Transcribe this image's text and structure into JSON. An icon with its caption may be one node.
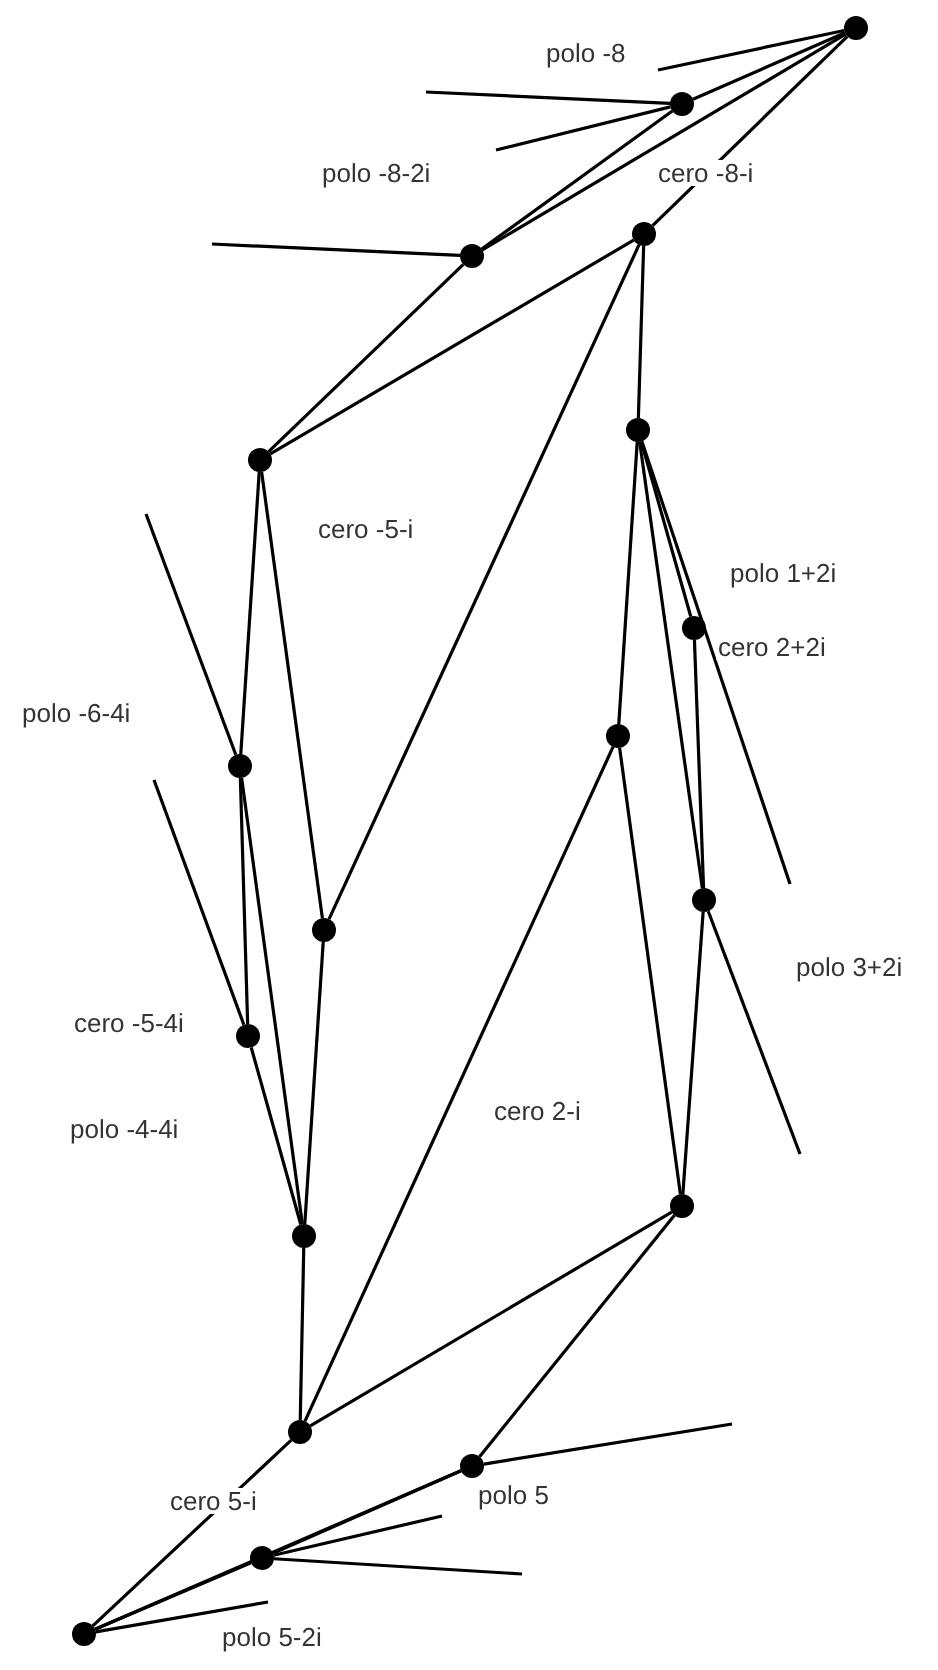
{
  "diagram": {
    "nodes": [
      {
        "text": [],
        "shape": "circle"
      },
      {
        "text": [],
        "shape": "circle"
      },
      {
        "text": [],
        "shape": "circle"
      },
      {
        "text": [],
        "shape": "circle"
      },
      {
        "text": [],
        "shape": "circle"
      },
      {
        "text": [],
        "shape": "circle"
      },
      {
        "text": [],
        "shape": "circle"
      },
      {
        "text": [],
        "shape": "circle"
      },
      {
        "text": [],
        "shape": "circle"
      },
      {
        "text": [],
        "shape": "circle"
      },
      {
        "text": [],
        "shape": "circle"
      },
      {
        "text": [],
        "shape": "circle"
      },
      {
        "text": [],
        "shape": "circle"
      },
      {
        "text": [],
        "shape": "circle"
      },
      {
        "text": [],
        "shape": "circle"
      },
      {
        "text": [],
        "shape": "circle"
      },
      {
        "text": [],
        "shape": "circle"
      },
      {
        "text": [],
        "shape": "circle"
      }
    ],
    "edges": [
      {
        "from": 0,
        "to": 1,
        "arrow": "none"
      },
      {
        "from": 0,
        "to": 2,
        "arrow": "none"
      },
      {
        "from": 1,
        "to": 2,
        "arrow": "none"
      },
      {
        "from": 0,
        "to": 3,
        "arrow": "none"
      },
      {
        "from": 2,
        "to": 4,
        "arrow": "none"
      },
      {
        "from": 3,
        "to": 4,
        "arrow": "none"
      },
      {
        "from": 3,
        "to": 5,
        "arrow": "none"
      },
      {
        "from": 3,
        "to": 9,
        "arrow": "none"
      },
      {
        "from": 4,
        "to": 7,
        "arrow": "none"
      },
      {
        "from": 4,
        "to": 9,
        "arrow": "none"
      },
      {
        "from": 7,
        "to": 11,
        "arrow": "none"
      },
      {
        "from": 7,
        "to": 12,
        "arrow": "none"
      },
      {
        "from": 11,
        "to": 12,
        "arrow": "none"
      },
      {
        "from": 9,
        "to": 12,
        "arrow": "none"
      },
      {
        "from": 5,
        "to": 6,
        "arrow": "none"
      },
      {
        "from": 5,
        "to": 8,
        "arrow": "none"
      },
      {
        "from": 5,
        "to": 10,
        "arrow": "none"
      },
      {
        "from": 6,
        "to": 10,
        "arrow": "none"
      },
      {
        "from": 8,
        "to": 13,
        "arrow": "none"
      },
      {
        "from": 8,
        "to": 14,
        "arrow": "none"
      },
      {
        "from": 10,
        "to": 13,
        "arrow": "none"
      },
      {
        "from": 12,
        "to": 14,
        "arrow": "none"
      },
      {
        "from": 13,
        "to": 14,
        "arrow": "none"
      },
      {
        "from": 13,
        "to": 15,
        "arrow": "none"
      },
      {
        "from": 14,
        "to": 17,
        "arrow": "none"
      },
      {
        "from": 15,
        "to": 17,
        "arrow": "none"
      },
      {
        "from": 15,
        "to": 16,
        "arrow": "none"
      },
      {
        "from": 16,
        "to": 17,
        "arrow": "none"
      },
      {
        "from": 0,
        "to": null,
        "arrow": "none"
      },
      {
        "from": 1,
        "to": null,
        "arrow": "none"
      },
      {
        "from": 1,
        "to": null,
        "arrow": "none"
      },
      {
        "from": 2,
        "to": null,
        "arrow": "none"
      },
      {
        "from": 7,
        "to": null,
        "arrow": "none"
      },
      {
        "from": 11,
        "to": null,
        "arrow": "none"
      },
      {
        "from": 5,
        "to": null,
        "arrow": "none"
      },
      {
        "from": 10,
        "to": null,
        "arrow": "none"
      },
      {
        "from": 15,
        "to": null,
        "arrow": "none"
      },
      {
        "from": 16,
        "to": null,
        "arrow": "none"
      },
      {
        "from": 16,
        "to": null,
        "arrow": "none"
      },
      {
        "from": 17,
        "to": null,
        "arrow": "none"
      }
    ],
    "labels": [
      "polo -8",
      "polo -8-2i",
      "cero -8-i",
      "cero -5-i",
      "polo 1+2i",
      "cero 2+2i",
      "polo -6-4i",
      "polo 3+2i",
      "cero -5-4i",
      "polo -4-4i",
      "cero 2-i",
      "cero 5-i",
      "polo 5",
      "polo 5-2i"
    ]
  }
}
